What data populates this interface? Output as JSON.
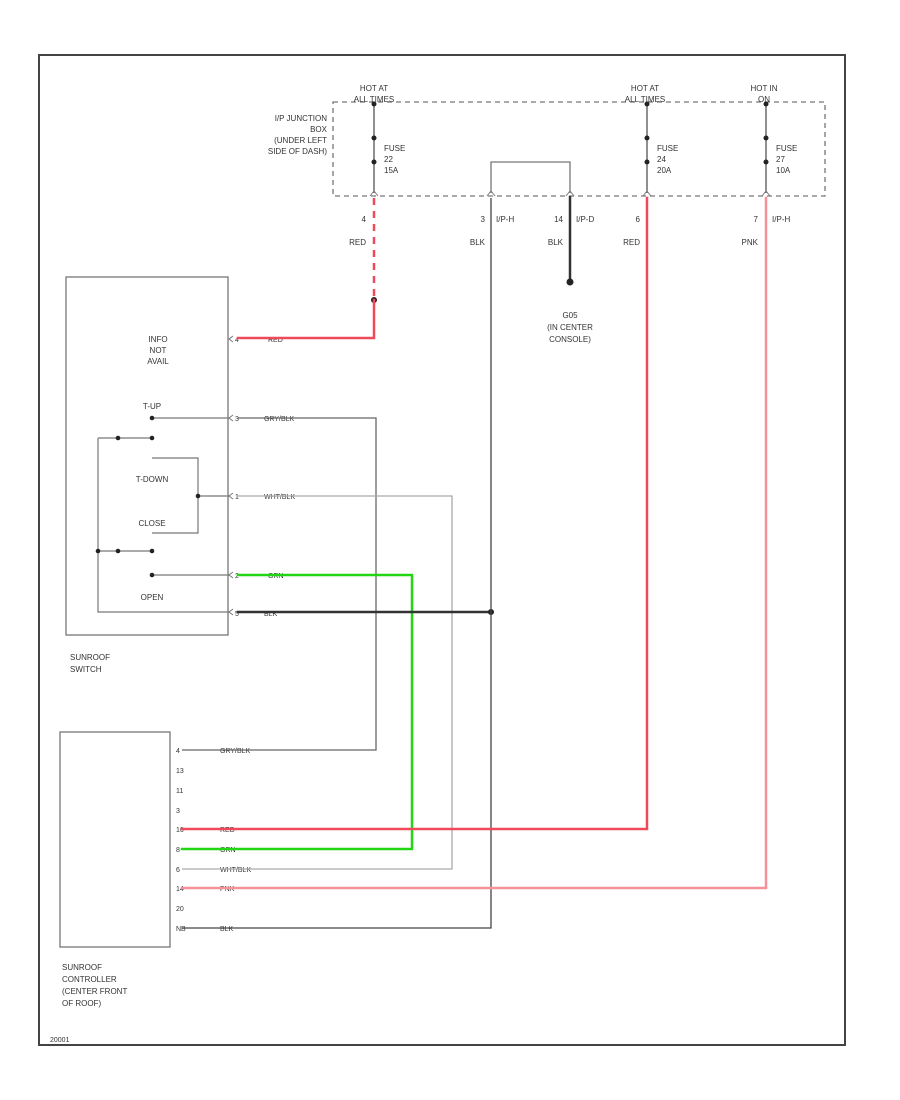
{
  "colors": {
    "red": "#f04a5a",
    "green": "#22d614",
    "pink": "#f6909a",
    "black": "#333333",
    "gray_white": "#aaaaaa",
    "border": "#444444"
  },
  "junction_box": {
    "label": [
      "I/P JUNCTION",
      "BOX",
      "(UNDER LEFT",
      "SIDE OF DASH)"
    ],
    "hot_labels": [
      [
        "HOT AT",
        "ALL TIMES"
      ],
      [
        "HOT AT",
        "ALL TIMES"
      ],
      [
        "HOT IN",
        "ON"
      ]
    ],
    "fuses": [
      {
        "name": "FUSE",
        "number": "22",
        "rating": "15A"
      },
      {
        "name": "FUSE",
        "number": "24",
        "rating": "20A"
      },
      {
        "name": "FUSE",
        "number": "27",
        "rating": "10A"
      }
    ]
  },
  "connectors": [
    {
      "pin": "4",
      "connector": "",
      "wire": "RED"
    },
    {
      "pin": "3",
      "connector": "I/P-H",
      "wire": "BLK"
    },
    {
      "pin": "14",
      "connector": "I/P-D",
      "wire": "BLK"
    },
    {
      "pin": "6",
      "connector": "",
      "wire": "RED"
    },
    {
      "pin": "7",
      "connector": "I/P-H",
      "wire": "PNK"
    }
  ],
  "ground": {
    "id": "G05",
    "location": [
      "(IN CENTER",
      "CONSOLE)"
    ]
  },
  "sunroof_switch": {
    "title": [
      "SUNROOF",
      "SWITCH"
    ],
    "info_label": [
      "INFO",
      "NOT",
      "AVAIL"
    ],
    "positions": [
      "T-UP",
      "T-DOWN",
      "CLOSE",
      "OPEN"
    ],
    "pins": [
      {
        "pin": "4",
        "wire": "RED"
      },
      {
        "pin": "3",
        "wire": "GRY/BLK"
      },
      {
        "pin": "1",
        "wire": "WHT/BLK"
      },
      {
        "pin": "2",
        "wire": "GRN"
      },
      {
        "pin": "5",
        "wire": "BLK"
      }
    ]
  },
  "sunroof_controller": {
    "title": [
      "SUNROOF",
      "CONTROLLER",
      "(CENTER FRONT",
      "OF ROOF)"
    ],
    "pins": [
      {
        "pin": "4",
        "wire": "GRY/BLK"
      },
      {
        "pin": "13",
        "wire": ""
      },
      {
        "pin": "11",
        "wire": ""
      },
      {
        "pin": "3",
        "wire": ""
      },
      {
        "pin": "16",
        "wire": "RED"
      },
      {
        "pin": "8",
        "wire": "GRN"
      },
      {
        "pin": "6",
        "wire": "WHT/BLK"
      },
      {
        "pin": "14",
        "wire": "PNK"
      },
      {
        "pin": "20",
        "wire": ""
      },
      {
        "pin": "NB",
        "wire": "BLK"
      }
    ]
  },
  "footer_code": "20001"
}
